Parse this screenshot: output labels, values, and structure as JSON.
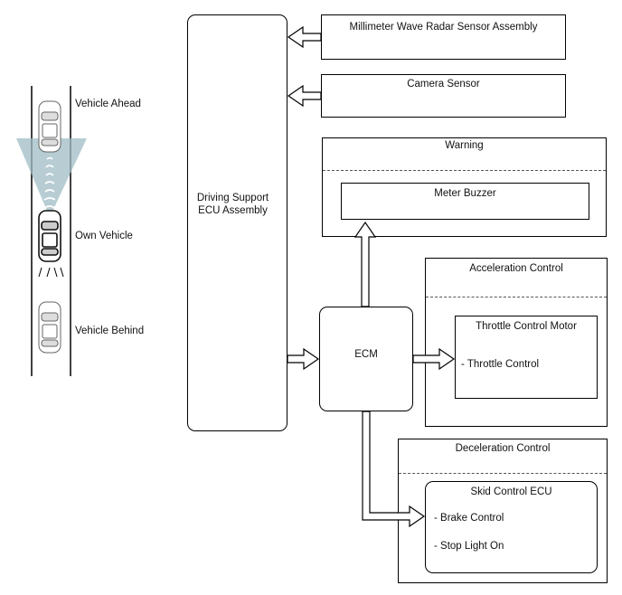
{
  "road": {
    "vehicle_ahead": "Vehicle Ahead",
    "own_vehicle": "Own Vehicle",
    "vehicle_behind": "Vehicle Behind"
  },
  "blocks": {
    "driving_support_line1": "Driving Support",
    "driving_support_line2": "ECU Assembly",
    "radar": "Millimeter Wave Radar Sensor Assembly",
    "camera": "Camera Sensor",
    "warning": "Warning",
    "meter_buzzer": "Meter Buzzer",
    "ecm": "ECM",
    "acceleration_control": "Acceleration Control",
    "throttle_motor": "Throttle Control Motor",
    "throttle_control": "- Throttle Control",
    "deceleration_control": "Deceleration Control",
    "skid_ecu": "Skid Control ECU",
    "brake_control": "- Brake Control",
    "stop_light": "- Stop Light On"
  }
}
